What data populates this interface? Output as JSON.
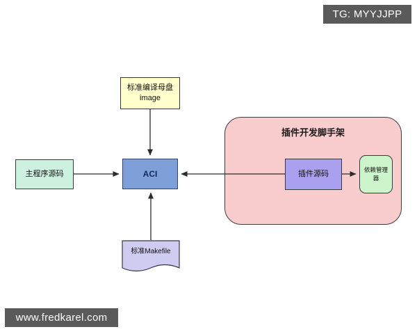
{
  "watermarks": {
    "telegram_label": "TG: MYYJJPP",
    "website_label": "www.fredkarel.com",
    "bg_color": "#5a5a5a",
    "text_color": "#ffffff"
  },
  "diagram": {
    "background": "#ffffff",
    "line_color": "#2b2b2b",
    "nodes": {
      "master_image": {
        "line1": "标准编译母盘",
        "line2": "image",
        "fill": "#ffffcc",
        "shape": "rect"
      },
      "main_source": {
        "label": "主程序源码",
        "fill": "#ccf2df",
        "shape": "rect"
      },
      "aci": {
        "label": "ACI",
        "fill": "#7e9fd8",
        "shape": "rect"
      },
      "scaffold": {
        "title": "插件开发脚手架",
        "fill": "#f9cdcd",
        "shape": "rounded-rect"
      },
      "plugin_source": {
        "label": "插件源码",
        "fill": "#a9a1ef",
        "shape": "rect"
      },
      "dependency_manager": {
        "label": "依赖管理器",
        "fill": "#ccf5cc",
        "shape": "rounded-rect"
      },
      "makefile": {
        "label": "标准Makefile",
        "fill": "#cfccf2",
        "shape": "document"
      }
    },
    "edges": [
      {
        "from": "master_image",
        "to": "aci",
        "direction": "down"
      },
      {
        "from": "main_source",
        "to": "aci",
        "direction": "right"
      },
      {
        "from": "plugin_source",
        "to": "aci",
        "direction": "left"
      },
      {
        "from": "makefile",
        "to": "aci",
        "direction": "up"
      },
      {
        "from": "plugin_source",
        "to": "dependency_manager",
        "direction": "right"
      }
    ]
  }
}
